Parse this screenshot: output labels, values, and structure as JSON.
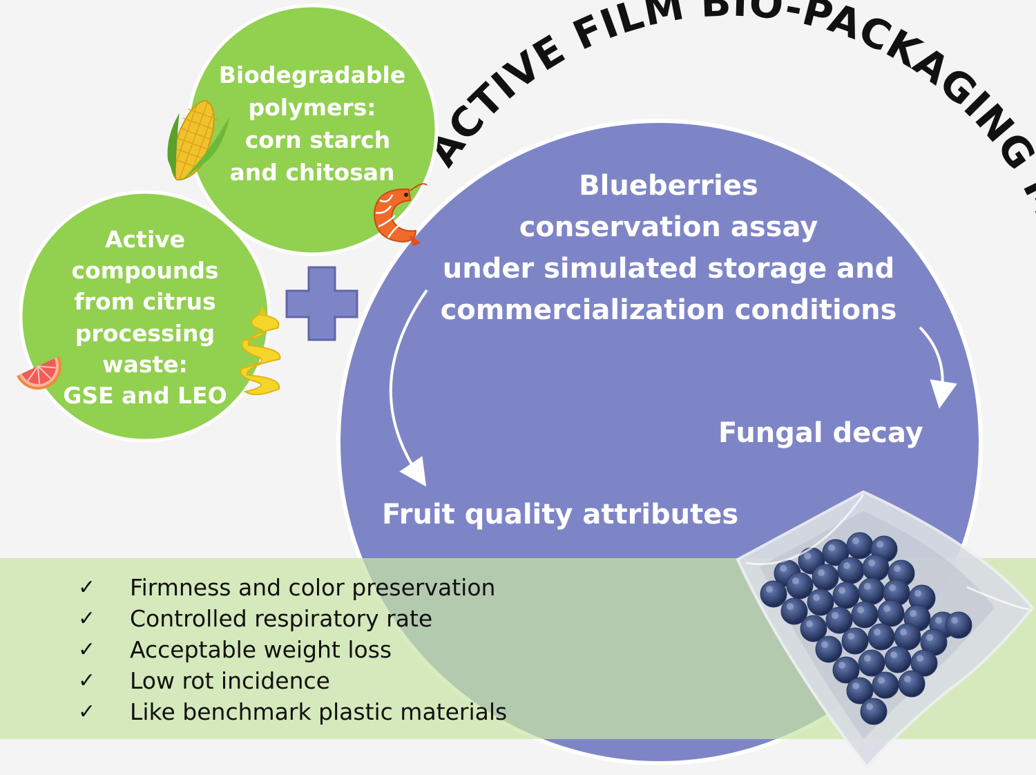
{
  "title": "ACTIVE FILM BIO-PACKAGING MATERIAL",
  "polymers_circle": {
    "lines": [
      "Biodegradable",
      "polymers:",
      "corn starch",
      "and chitosan"
    ],
    "icons": [
      "corn-icon",
      "shrimp-icon"
    ]
  },
  "compounds_circle": {
    "lines": [
      "Active",
      "compounds",
      "from citrus",
      "processing",
      "waste:",
      "GSE and LEO"
    ],
    "icons": [
      "grapefruit-icon",
      "lemon-peel-icon"
    ]
  },
  "plus_icon": "plus-icon",
  "assay": {
    "lines": [
      "Blueberries",
      "conservation assay",
      "under simulated storage and",
      "commercialization conditions"
    ]
  },
  "fungal_label": "Fungal decay",
  "fruit_label": "Fruit quality attributes",
  "results": {
    "check_mark": "✓",
    "items": [
      "Firmness and color preservation",
      "Controlled respiratory rate",
      "Acceptable weight loss",
      "Low rot incidence",
      "Like benchmark plastic materials"
    ]
  },
  "colors": {
    "green_circle": "#92d050",
    "blue_circle": "#7e85c6",
    "band": "#d7ebc0",
    "plus": "#7e85c6"
  }
}
